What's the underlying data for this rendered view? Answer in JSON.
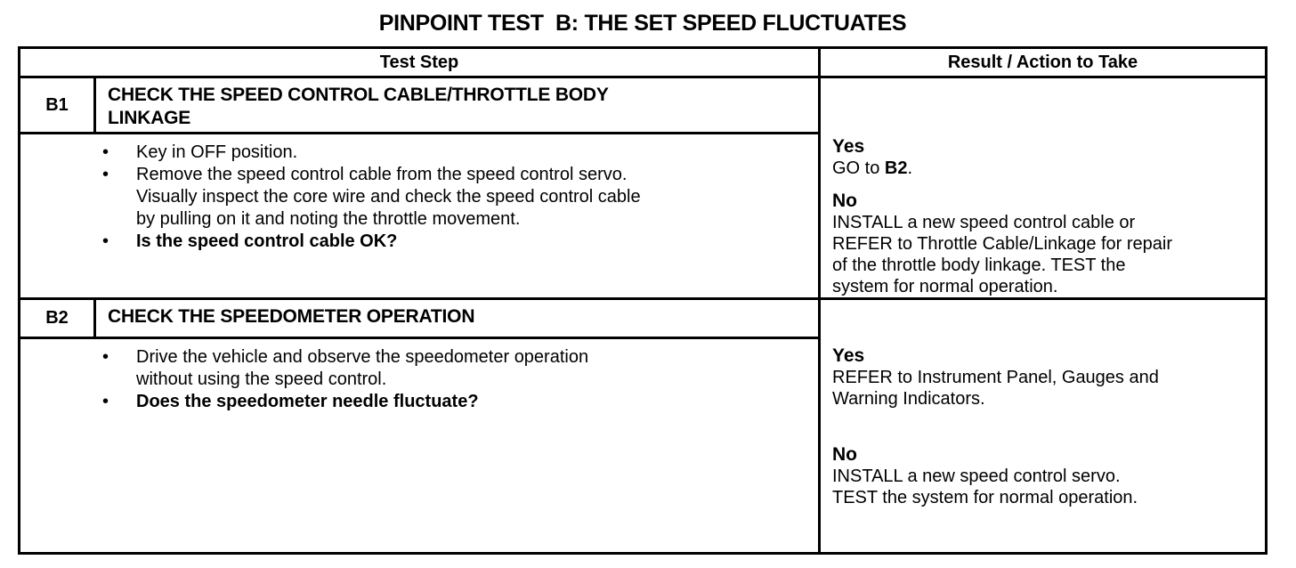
{
  "page": {
    "title": "PINPOINT TEST  B: THE SET SPEED FLUCTUATES"
  },
  "glyphs": {
    "bullet": "•"
  },
  "colors": {
    "ink": "#000000",
    "paper": "#ffffff"
  },
  "table": {
    "header": {
      "test_step": "Test Step",
      "result_action": "Result / Action to Take"
    },
    "rows": [
      {
        "id": "B1",
        "heading": "CHECK THE SPEED CONTROL CABLE/THROTTLE BODY\nLINKAGE",
        "bullets": [
          {
            "text": "Key in OFF position.",
            "bold": false
          },
          {
            "text": "Remove the speed control cable from the speed control servo.\nVisually inspect the core wire and check the speed control cable\nby pulling on it and noting the throttle movement.",
            "bold": false
          },
          {
            "text": "Is the speed control cable OK?",
            "bold": true
          }
        ],
        "yes": {
          "label": "Yes",
          "action_prefix": "GO to ",
          "action_bold": "B2",
          "action_suffix": "."
        },
        "no": {
          "label": "No",
          "action": "INSTALL a new speed control cable or\nREFER to Throttle Cable/Linkage for repair\nof the throttle body linkage. TEST the\nsystem for normal operation."
        }
      },
      {
        "id": "B2",
        "heading": "CHECK THE SPEEDOMETER OPERATION",
        "bullets": [
          {
            "text": "Drive the vehicle and observe the speedometer operation\nwithout using the speed control.",
            "bold": false
          },
          {
            "text": "Does the speedometer needle fluctuate?",
            "bold": true
          }
        ],
        "yes": {
          "label": "Yes",
          "action": "REFER to Instrument Panel, Gauges and\nWarning Indicators."
        },
        "no": {
          "label": "No",
          "action": "INSTALL a new speed control servo.\nTEST the system for normal operation."
        }
      }
    ]
  }
}
